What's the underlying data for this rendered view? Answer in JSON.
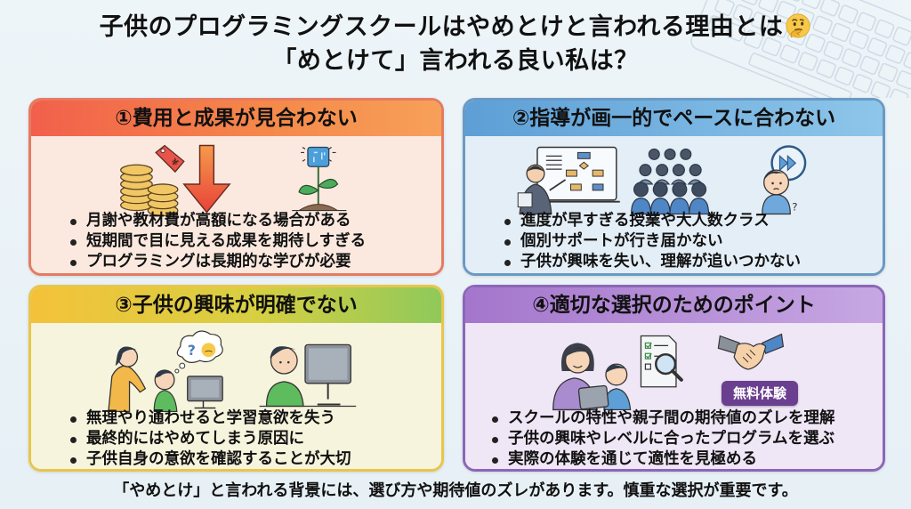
{
  "title": {
    "line1": "子供のプログラミングスクールはやめとけと言われる理由とは",
    "line2": "「めとけて」言われる良い私は？",
    "emoji_icon": "thinking-face-icon"
  },
  "cards": [
    {
      "heading": "①費用と成果が見合わない",
      "icons": [
        "coins-icon",
        "price-tag-icon",
        "down-arrow-icon",
        "sprout-chip-icon"
      ],
      "bullets": [
        "月謝や教材費が高額になる場合がある",
        "短期間で目に見える成果を期待しすぎる",
        "プログラミングは長期的な学びが必要"
      ]
    },
    {
      "heading": "②指導が画一的でペースに合わない",
      "icons": [
        "teacher-whiteboard-icon",
        "large-class-icon",
        "confused-child-fast-forward-icon"
      ],
      "bullets": [
        "進度が早すぎる授業や大人数クラス",
        "個別サポートが行き届かない",
        "子供が興味を失い、理解が追いつかない"
      ]
    },
    {
      "heading": "③子供の興味が明確でない",
      "icons": [
        "parent-child-computer-icon",
        "thought-bubble-icon",
        "bored-child-computer-icon"
      ],
      "bullets": [
        "無理やり通わせると学習意欲を失う",
        "最終的にはやめてしまう原因に",
        "子供自身の意欲を確認することが大切"
      ]
    },
    {
      "heading": "④適切な選択のためのポイント",
      "icons": [
        "parent-child-tablet-icon",
        "checklist-magnifier-icon",
        "handshake-icon"
      ],
      "badge": "無料体験",
      "bullets": [
        "スクールの特性や親子間の期待値のズレを理解",
        "子供の興味やレベルに合ったプログラムを選ぶ",
        "実際の体験を通じて適性を見極める"
      ]
    }
  ],
  "footer": "「やめとけ」と言われる背景には、選び方や期待値のズレがあります。慎重な選択が重要です。",
  "colors": {
    "card1": "#f2604b",
    "card2": "#5d9fd6",
    "card3": "#f4c23a",
    "card4": "#a476cc",
    "badge": "#6b3f8f"
  }
}
